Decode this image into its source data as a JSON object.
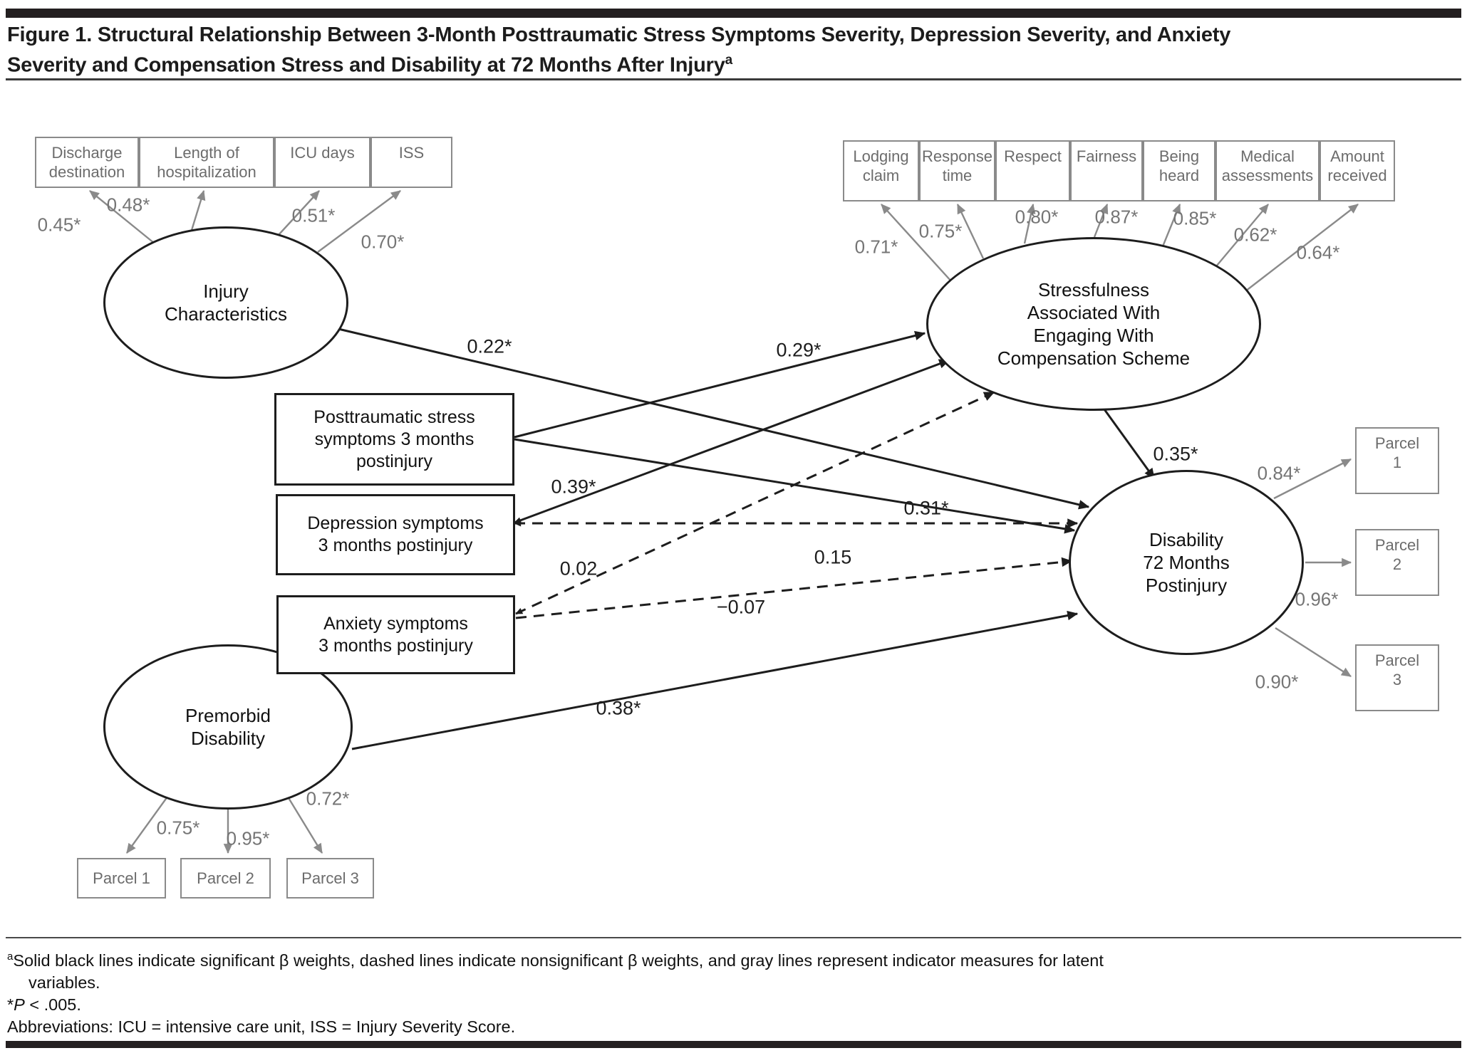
{
  "title": {
    "line1": "Figure 1. Structural Relationship Between 3-Month Posttraumatic Stress Symptoms Severity, Depression Severity, and Anxiety",
    "line2": "Severity and Compensation Stress and Disability at 72 Months After Injury",
    "sup": "a"
  },
  "nodes": {
    "injury_characteristics": {
      "line1": "Injury",
      "line2": "Characteristics"
    },
    "stressfulness": {
      "line1": "Stressfulness",
      "line2": "Associated With",
      "line3": "Engaging With",
      "line4": "Compensation Scheme"
    },
    "disability_72m": {
      "line1": "Disability",
      "line2": "72 Months",
      "line3": "Postinjury"
    },
    "premorbid_disability": {
      "line1": "Premorbid",
      "line2": "Disability"
    },
    "ptsd_3m": {
      "line1": "Posttraumatic stress",
      "line2": "symptoms 3 months",
      "line3": "postinjury"
    },
    "depression_3m": {
      "line1": "Depression symptoms",
      "line2": "3 months postinjury"
    },
    "anxiety_3m": {
      "line1": "Anxiety symptoms",
      "line2": "3 months postinjury"
    }
  },
  "injury_indicators": [
    {
      "line1": "Discharge",
      "line2": "destination",
      "loading": "0.45*"
    },
    {
      "line1": "Length of",
      "line2": "hospitalization",
      "loading": "0.48*"
    },
    {
      "line1": "ICU days",
      "line2": "",
      "loading": "0.51*"
    },
    {
      "line1": "ISS",
      "line2": "",
      "loading": "0.70*"
    }
  ],
  "stress_indicators": [
    {
      "line1": "Lodging",
      "line2": "claim",
      "loading": "0.71*"
    },
    {
      "line1": "Response",
      "line2": "time",
      "loading": "0.75*"
    },
    {
      "line1": "Respect",
      "line2": "",
      "loading": "0.80*"
    },
    {
      "line1": "Fairness",
      "line2": "",
      "loading": "0.87*"
    },
    {
      "line1": "Being",
      "line2": "heard",
      "loading": "0.85*"
    },
    {
      "line1": "Medical",
      "line2": "assessments",
      "loading": "0.62*"
    },
    {
      "line1": "Amount",
      "line2": "received",
      "loading": "0.64*"
    }
  ],
  "disability_parcels": [
    {
      "line1": "Parcel",
      "line2": "1",
      "loading": "0.84*"
    },
    {
      "line1": "Parcel",
      "line2": "2",
      "loading": "0.96*"
    },
    {
      "line1": "Parcel",
      "line2": "3",
      "loading": "0.90*"
    }
  ],
  "premorbid_parcels": [
    {
      "label": "Parcel 1",
      "loading": "0.75*"
    },
    {
      "label": "Parcel 2",
      "loading": "0.95*"
    },
    {
      "label": "Parcel 3",
      "loading": "0.72*"
    }
  ],
  "structural_paths": [
    {
      "from": "Injury Characteristics",
      "to": "Disability 72 Months Postinjury",
      "coefficient": "0.22*",
      "line": "solid",
      "significant": true
    },
    {
      "from": "Posttraumatic stress symptoms 3 months postinjury",
      "to": "Stressfulness Associated With Engaging With Compensation Scheme",
      "coefficient": "0.29*",
      "line": "solid",
      "significant": true
    },
    {
      "from": "Posttraumatic stress symptoms 3 months postinjury",
      "to": "Disability 72 Months Postinjury",
      "coefficient": "0.31*",
      "line": "solid",
      "significant": true
    },
    {
      "from": "Depression symptoms 3 months postinjury",
      "to": "Stressfulness Associated With Engaging With Compensation Scheme",
      "coefficient": "0.39*",
      "line": "solid",
      "significant": true
    },
    {
      "from": "Depression symptoms 3 months postinjury",
      "to": "Disability 72 Months Postinjury",
      "coefficient": "0.15",
      "line": "dashed",
      "significant": false
    },
    {
      "from": "Anxiety symptoms 3 months postinjury",
      "to": "Stressfulness Associated With Engaging With Compensation Scheme",
      "coefficient": "0.02",
      "line": "dashed",
      "significant": false
    },
    {
      "from": "Anxiety symptoms 3 months postinjury",
      "to": "Disability 72 Months Postinjury",
      "coefficient": "−0.07",
      "line": "dashed",
      "significant": false
    },
    {
      "from": "Stressfulness Associated With Engaging With Compensation Scheme",
      "to": "Disability 72 Months Postinjury",
      "coefficient": "0.35*",
      "line": "solid",
      "significant": true
    },
    {
      "from": "Premorbid Disability",
      "to": "Disability 72 Months Postinjury",
      "coefficient": "0.38*",
      "line": "solid",
      "significant": true
    }
  ],
  "footnotes": {
    "marker": "a",
    "line1": "Solid black lines indicate significant β weights, dashed lines indicate nonsignificant β weights, and gray lines represent indicator measures for latent",
    "line2": "variables.",
    "sig_star": "*",
    "sig_p": "P",
    "sig_rest": " < .005.",
    "abbreviations": "Abbreviations: ICU = intensive care unit, ISS = Injury Severity Score."
  }
}
